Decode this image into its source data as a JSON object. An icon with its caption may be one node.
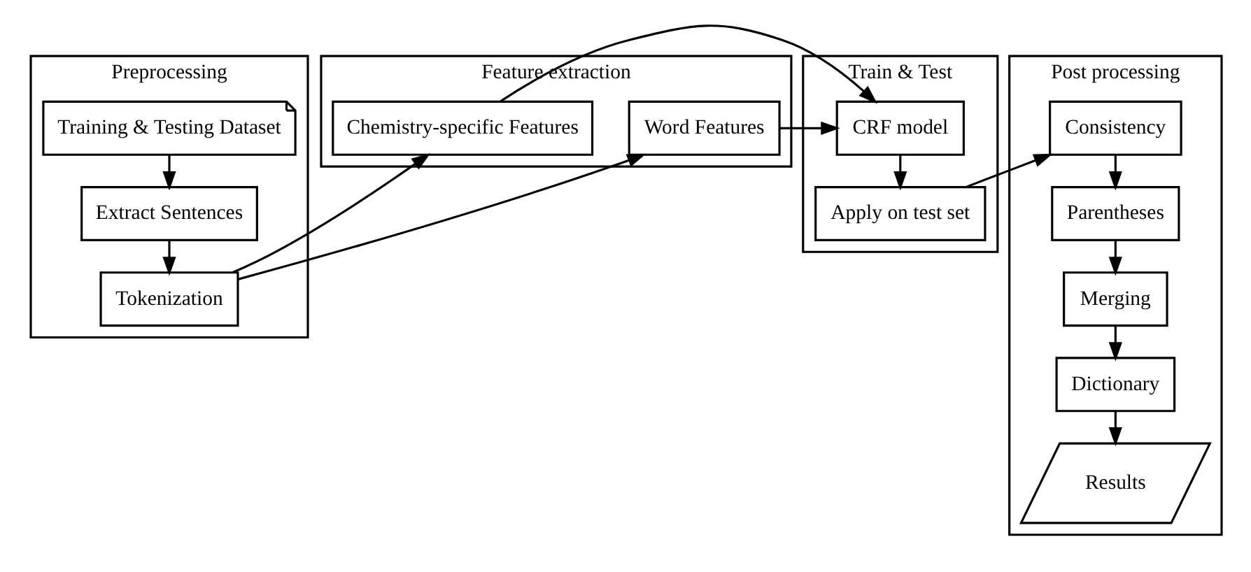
{
  "diagram": {
    "nodes": [
      {
        "text": [
          "Preprocessing"
        ]
      },
      {
        "text": [
          "Training & Testing Dataset"
        ],
        "in": 0
      },
      {
        "text": [
          "Extract Sentences"
        ],
        "in": 0
      },
      {
        "text": [
          "Tokenization"
        ],
        "in": 0
      },
      {
        "text": [
          "Feature extraction"
        ]
      },
      {
        "text": [
          "Word Features"
        ],
        "in": 4
      },
      {
        "text": [
          "Chemistry-specific Features"
        ],
        "in": 4
      },
      {
        "text": [
          "Train & Test"
        ]
      },
      {
        "text": [
          "CRF model"
        ],
        "in": 7
      },
      {
        "text": [
          "Apply on test set"
        ],
        "in": 7
      },
      {
        "text": [
          "Post processing"
        ]
      },
      {
        "text": [
          "Consistency"
        ],
        "in": 10
      },
      {
        "text": [
          "Parentheses"
        ],
        "in": 10
      },
      {
        "text": [
          "Merging"
        ],
        "in": 10
      },
      {
        "text": [
          "Dictionary"
        ],
        "in": 10
      },
      {
        "text": [
          "Results"
        ],
        "in": 10
      }
    ],
    "edges": [
      {
        "from": 1,
        "to": 2,
        "arrow": "to"
      },
      {
        "from": 2,
        "to": 3,
        "arrow": "to"
      },
      {
        "from": 3,
        "to": 5,
        "arrow": "to"
      },
      {
        "from": 3,
        "to": 6,
        "arrow": "to"
      },
      {
        "from": 5,
        "to": 8,
        "arrow": "to"
      },
      {
        "from": 6,
        "to": 8,
        "arrow": "to"
      },
      {
        "from": 8,
        "to": 9,
        "arrow": "to"
      },
      {
        "from": 9,
        "to": 11,
        "arrow": "to"
      },
      {
        "from": 11,
        "to": 12,
        "arrow": "to"
      },
      {
        "from": 12,
        "to": 13,
        "arrow": "to"
      },
      {
        "from": 13,
        "to": 14,
        "arrow": "to"
      },
      {
        "from": 14,
        "to": 15,
        "arrow": "to"
      }
    ]
  }
}
